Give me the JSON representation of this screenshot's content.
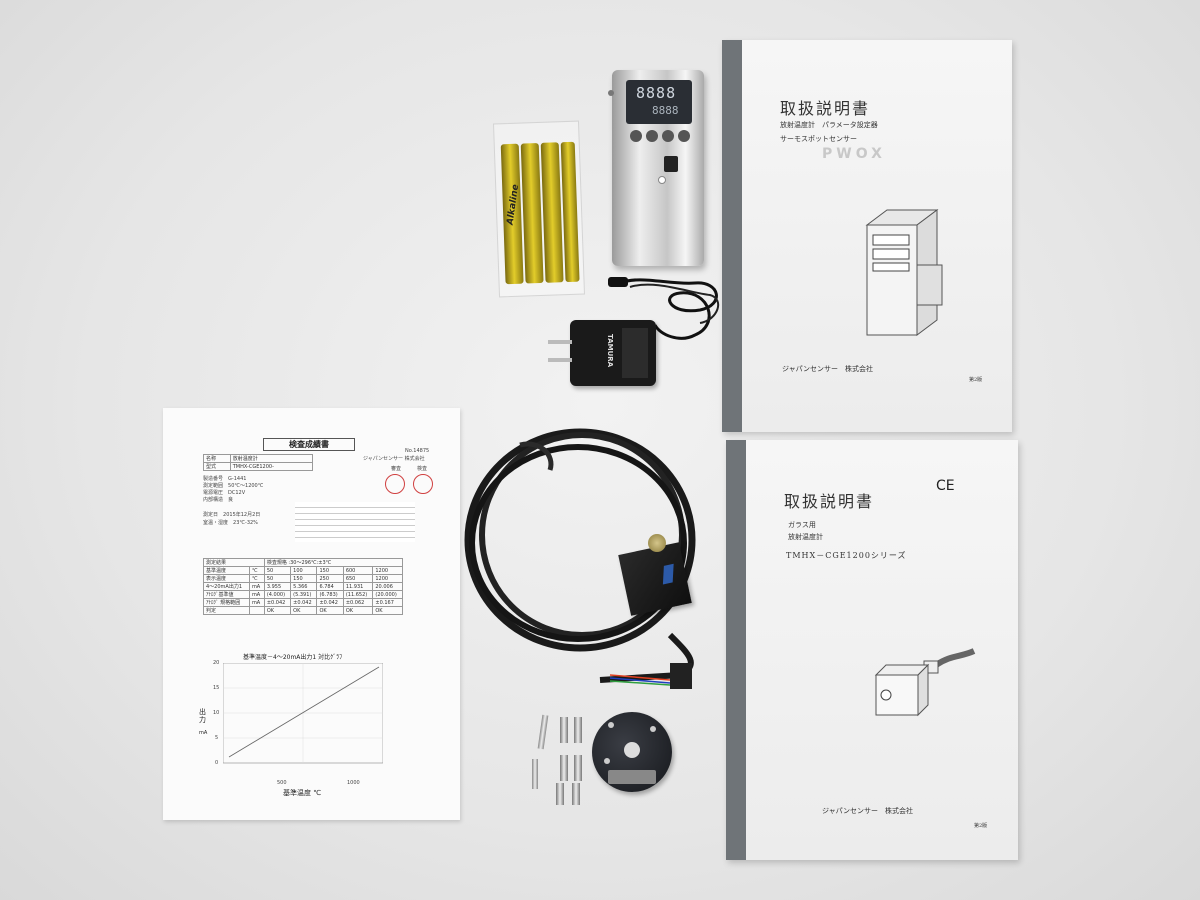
{
  "manual_top": {
    "title": "取扱説明書",
    "subtitle1": "放射温度計　パラメータ設定器",
    "subtitle2": "サーモスポットセンサー",
    "model": "PWOX",
    "company": "ジャパンセンサー　株式会社",
    "edition": "第2版"
  },
  "manual_bottom": {
    "title": "取扱説明書",
    "subtitle1": "ガラス用",
    "subtitle2": "放射温度計",
    "model": "TMHX－CGE1200シリーズ",
    "ce_mark": "CE",
    "company": "ジャパンセンサー　株式会社",
    "edition": "第2版"
  },
  "inspection_sheet": {
    "title": "検査成績書",
    "number": "No.14875",
    "company": "ジャパンセンサー 株式会社",
    "name_label": "名称",
    "name_value": "放射温度計",
    "type_label": "型式",
    "type_value": "TMHX-CGE1200-",
    "approve_label": "審査",
    "inspect_label": "検査",
    "rows": [
      [
        "製造番号",
        "G-1441"
      ],
      [
        "測定範囲",
        "50℃～1200℃"
      ],
      [
        "電源電圧",
        "DC12V"
      ],
      [
        "内部構造",
        "良"
      ]
    ],
    "date_label": "測定日",
    "date_value": "2015年12月2日",
    "env_label": "室温・湿度",
    "env_value": "23℃-32%",
    "table_header": [
      "測定結果",
      "",
      "検査規格 :30～296℃:±3℃",
      "",
      "",
      "",
      ""
    ],
    "table_rows": [
      [
        "基準温度",
        "℃",
        "50",
        "100",
        "150",
        "600",
        "1200"
      ],
      [
        "表示温度",
        "℃",
        "50",
        "150",
        "250",
        "650",
        "1200"
      ],
      [
        "4～20mA出力1",
        "mA",
        "3.955",
        "5.366",
        "6.784",
        "11.931",
        "20.006"
      ],
      [
        "ｱﾅﾛｸﾞ基準値",
        "mA",
        "(4.000)",
        "(5.391)",
        "(6.783)",
        "(11.652)",
        "(20.000)"
      ],
      [
        "ｱﾅﾛｸﾞ 規格範囲",
        "mA",
        "±0.042",
        "±0.042",
        "±0.042",
        "±0.062",
        "±0.167"
      ],
      [
        "判定",
        "",
        "OK",
        "OK",
        "OK",
        "OK",
        "OK"
      ]
    ],
    "graph_title": "基準温度－4～20mA出力1 対比ｸﾞﾗﾌ",
    "graph_ylabel": "出力",
    "graph_yunit": "mA",
    "graph_xlabel": "基準温度 ℃",
    "graph_yticks": [
      "20",
      "15",
      "10",
      "5",
      "0"
    ],
    "graph_xticks": [
      "500",
      "1000"
    ]
  },
  "controller": {
    "display_digits": "8888",
    "display_digits2": "8888"
  },
  "batteries": {
    "label": "Alkaline"
  },
  "adapter": {
    "brand": "TAMURA"
  },
  "colors": {
    "background": "#e6e6e6",
    "manual_spine": "#6f7478",
    "cable": "#1a1a1a",
    "battery_yellow": "#d9c21a"
  }
}
